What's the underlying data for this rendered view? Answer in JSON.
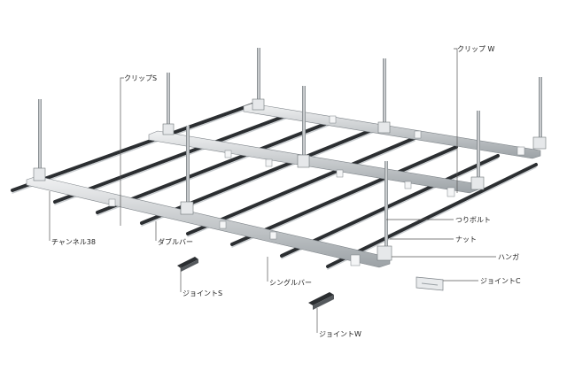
{
  "labels": {
    "clip_s": "クリップS",
    "clip_w": "クリップ W",
    "channel38": "チャンネル38",
    "double_bar": "ダブルバー",
    "joint_s": "ジョイントS",
    "single_bar": "シングルバー",
    "joint_w": "ジョイントW",
    "hanging_bolt": "つりボルト",
    "nut": "ナット",
    "hanger": "ハンガ",
    "joint_c": "ジョイントC"
  },
  "colors": {
    "steel_light": "#d9dcde",
    "steel_dark": "#7d8388",
    "bar_dark": "#2b2e31",
    "rod": "#9aa0a4",
    "label": "#222222"
  }
}
